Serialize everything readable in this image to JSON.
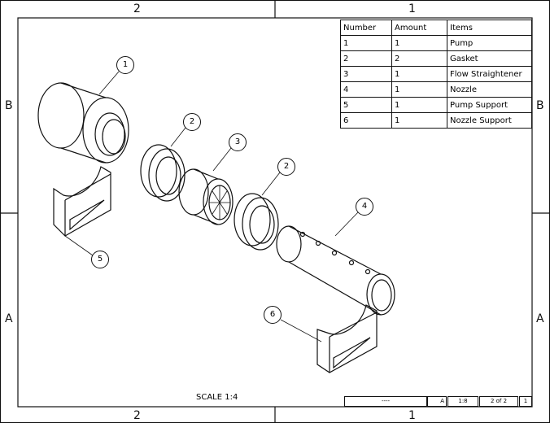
{
  "zones": {
    "top": [
      "2",
      "1"
    ],
    "bottom": [
      "2",
      "1"
    ],
    "left": [
      "B",
      "A"
    ],
    "right": [
      "B",
      "A"
    ]
  },
  "bom": {
    "headers": [
      "Number",
      "Amount",
      "Items"
    ],
    "rows": [
      [
        "1",
        "1",
        "Pump"
      ],
      [
        "2",
        "2",
        "Gasket"
      ],
      [
        "3",
        "1",
        "Flow Straightener"
      ],
      [
        "4",
        "1",
        "Nozzle"
      ],
      [
        "5",
        "1",
        "Pump Support"
      ],
      [
        "6",
        "1",
        "Nozzle Support"
      ]
    ]
  },
  "balloons": [
    "1",
    "2",
    "3",
    "2",
    "4",
    "5",
    "6"
  ],
  "scale_label": "SCALE 1:4",
  "title_block": {
    "name": "----",
    "size": "A",
    "scale": "1:8",
    "sheet": "2 of 2",
    "rev": "1"
  }
}
